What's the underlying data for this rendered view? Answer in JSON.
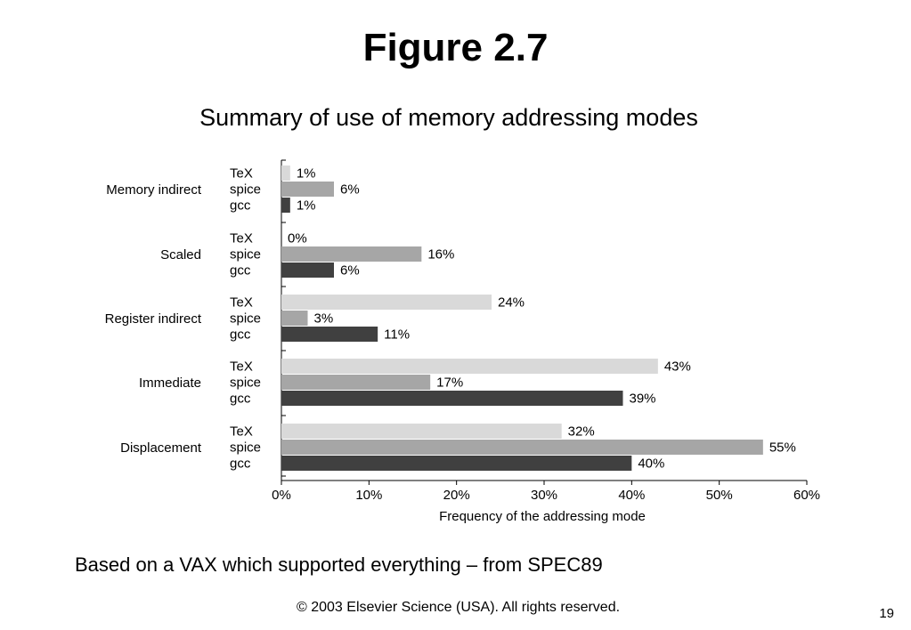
{
  "slide": {
    "title": "Figure 2.7",
    "subtitle": "Summary of use of memory addressing modes",
    "caption": "Based on a VAX which supported everything – from SPEC89",
    "copyright": "© 2003 Elsevier Science (USA). All rights reserved.",
    "page_number": "19"
  },
  "chart_data": {
    "type": "bar",
    "orientation": "horizontal",
    "title": "",
    "xlabel": "Frequency of the addressing mode",
    "ylabel": "",
    "xlim": [
      0,
      60
    ],
    "x_ticks": [
      "0%",
      "10%",
      "20%",
      "30%",
      "40%",
      "50%",
      "60%"
    ],
    "value_suffix": "%",
    "grid": false,
    "categories": [
      "Memory indirect",
      "Scaled",
      "Register indirect",
      "Immediate",
      "Displacement"
    ],
    "series": [
      {
        "name": "TeX",
        "color": "#d9d9d9",
        "values": [
          1,
          0,
          24,
          43,
          32
        ]
      },
      {
        "name": "spice",
        "color": "#a6a6a6",
        "values": [
          6,
          16,
          3,
          17,
          55
        ]
      },
      {
        "name": "gcc",
        "color": "#404040",
        "values": [
          1,
          6,
          11,
          39,
          40
        ]
      }
    ]
  }
}
